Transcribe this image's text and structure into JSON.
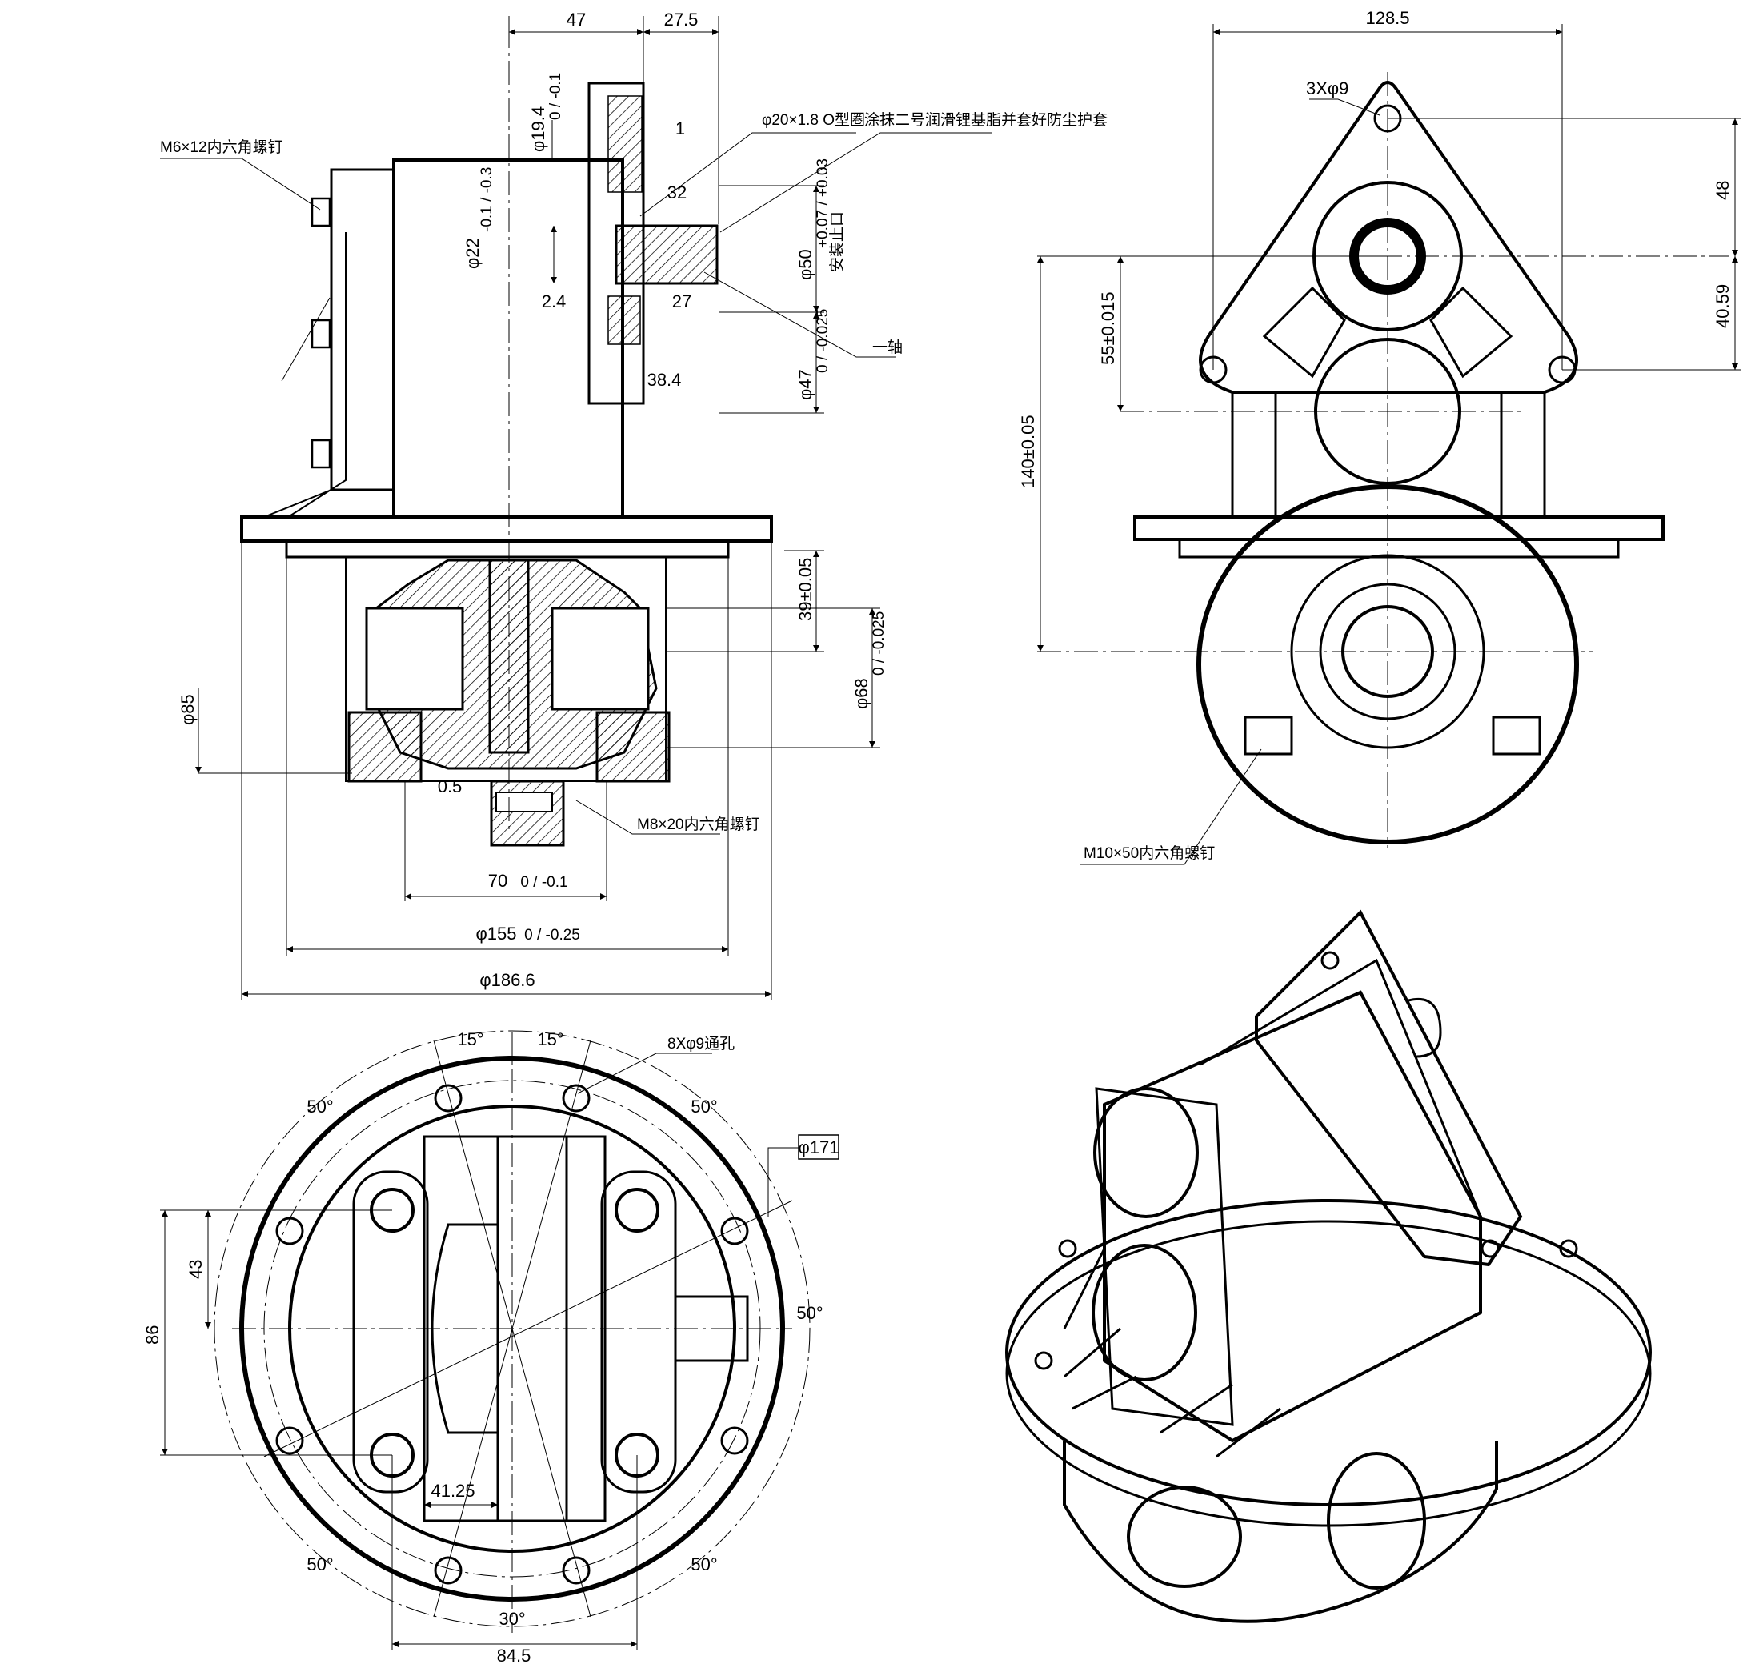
{
  "front_view": {
    "top_dims": [
      "47",
      "27.5"
    ],
    "shaft_dims": [
      "1",
      "32",
      "2.4",
      "27",
      "38.4"
    ],
    "dia_shaft_top": "φ19.4",
    "dia_shaft_top_tol": "0 / -0.1",
    "dia_22": "φ22",
    "dia_22_tol": "-0.1 / -0.3",
    "dia_50": "φ50",
    "dia_50_tol": "+0.07 / +0.03",
    "dia_47": "φ47",
    "dia_47_tol": "0 / -0.025",
    "dia_68": "φ68",
    "dia_68_tol": "0 / -0.025",
    "dia_85": "φ85",
    "dim_39": "39±0.05",
    "dim_05": "0.5",
    "dim_70": "70",
    "dim_70_tol": "0 / -0.1",
    "dia_155": "φ155",
    "dia_155_tol": "0 / -0.25",
    "dia_186": "φ186.6",
    "callout_m6": "M6×12内六角螺钉",
    "callout_oring": "φ20×1.8 O型圈",
    "callout_sleeve": "涂抹二号润滑锂基脂并套好防尘护套",
    "callout_keyway": "安装止口",
    "callout_shaft": "一轴",
    "callout_m8": "M8×20内六角螺钉"
  },
  "side_view": {
    "top_width": "128.5",
    "holes": "3Xφ9",
    "dim_48": "48",
    "dim_4059": "40.59",
    "dim_55": "55±0.015",
    "dim_140": "140±0.05",
    "callout_m10": "M10×50内六角螺钉"
  },
  "bottom_view": {
    "angles_top": [
      "15°",
      "15°"
    ],
    "angles_side": [
      "50°",
      "50°",
      "50°",
      "50°",
      "50°"
    ],
    "angle_bottom": "30°",
    "holes": "8Xφ9通孔",
    "dia_171": "φ171",
    "dim_43": "43",
    "dim_86": "86",
    "dim_4125": "41.25",
    "dim_845": "84.5"
  },
  "iso_view": {}
}
